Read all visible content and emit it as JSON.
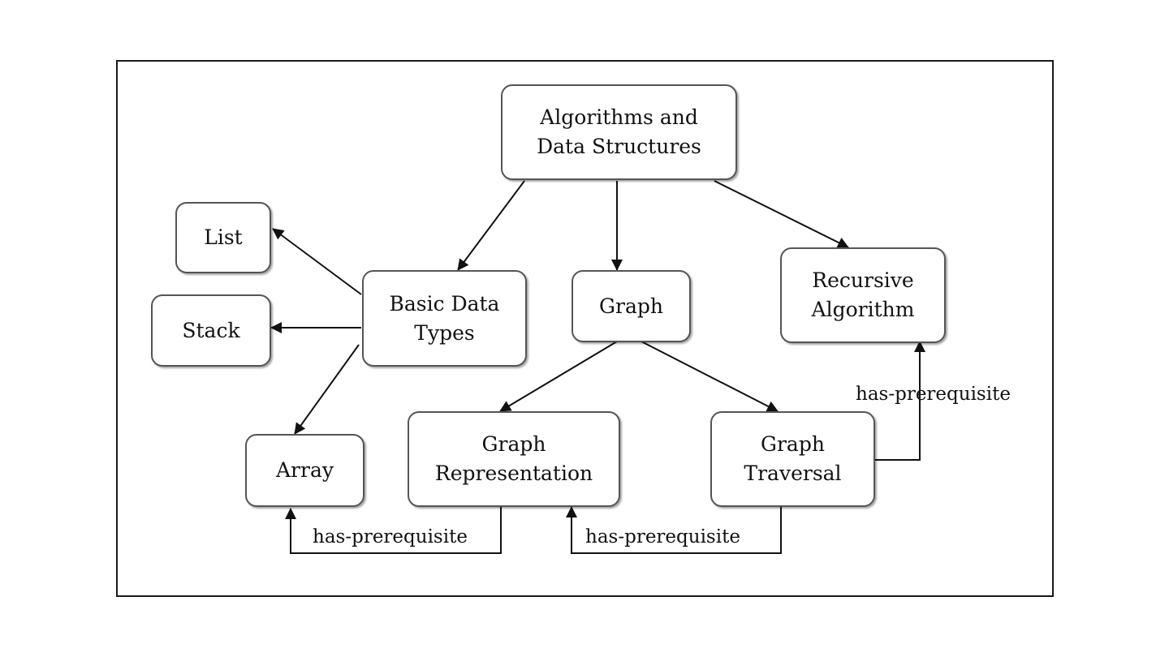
{
  "diagram": {
    "nodes": {
      "algorithms": {
        "label": "Algorithms and\nData Structures"
      },
      "basic": {
        "label": "Basic Data\nTypes"
      },
      "graph": {
        "label": "Graph"
      },
      "recursive": {
        "label": "Recursive\nAlgorithm"
      },
      "list": {
        "label": "List"
      },
      "stack": {
        "label": "Stack"
      },
      "array": {
        "label": "Array"
      },
      "graph_representation": {
        "label": "Graph\nRepresentation"
      },
      "graph_traversal": {
        "label": "Graph\nTraversal"
      }
    },
    "edges": [
      {
        "from": "algorithms",
        "to": "basic"
      },
      {
        "from": "algorithms",
        "to": "graph"
      },
      {
        "from": "algorithms",
        "to": "recursive"
      },
      {
        "from": "basic",
        "to": "list"
      },
      {
        "from": "basic",
        "to": "stack"
      },
      {
        "from": "basic",
        "to": "array"
      },
      {
        "from": "graph",
        "to": "graph_representation"
      },
      {
        "from": "graph",
        "to": "graph_traversal"
      },
      {
        "from": "graph_representation",
        "to": "array",
        "label": "has-prerequisite"
      },
      {
        "from": "graph_traversal",
        "to": "graph_representation",
        "label": "has-prerequisite"
      },
      {
        "from": "graph_traversal",
        "to": "recursive",
        "label": "has-prerequisite"
      }
    ]
  }
}
